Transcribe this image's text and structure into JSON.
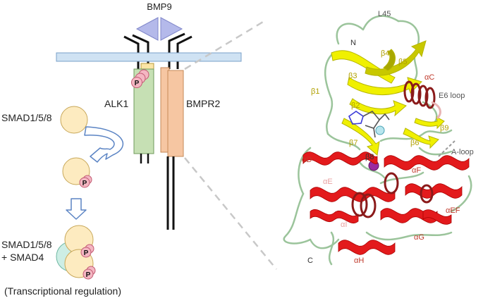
{
  "labels": {
    "ligand": "BMP9",
    "receptor1": "ALK1",
    "receptor2": "BMPR2",
    "smad": "SMAD1/5/8",
    "complex_line1": "SMAD1/5/8",
    "complex_line2": "+ SMAD4",
    "footer": "(Transcriptional regulation)",
    "phospho": "P"
  },
  "structure_labels": {
    "l45": "L45",
    "n_term": "N",
    "c_term": "C",
    "b1": "β1",
    "b2": "β2",
    "b3": "β3",
    "b4": "β4",
    "b5": "β5",
    "b6": "β6",
    "b7": "β7",
    "b8": "β8",
    "b9": "β9",
    "ac": "αC",
    "e6": "E6 loop",
    "aloop": "A-loop",
    "ad": "αD",
    "ae": "αE",
    "af": "αF",
    "aef": "αEF",
    "ag": "αG",
    "ah": "αH",
    "ai": "αI"
  },
  "colors": {
    "membrane": "#cfe2f3",
    "ligand": "#b4b9ea",
    "alk1": "#c6e0b4",
    "alk1_top": "#fbe5a6",
    "bmpr2": "#f6c6a2",
    "smad": "#fdebc0",
    "smad4": "#cdeee5",
    "phospho": "#f4b6c2",
    "strand": "#f0f000",
    "strand_label": "#b0a000",
    "helix": "#e31a1c",
    "helix_label": "#c0392b",
    "loop": "#9bc49b",
    "dark_helix": "#8b1a1a",
    "arrow": "#5b84c4"
  }
}
